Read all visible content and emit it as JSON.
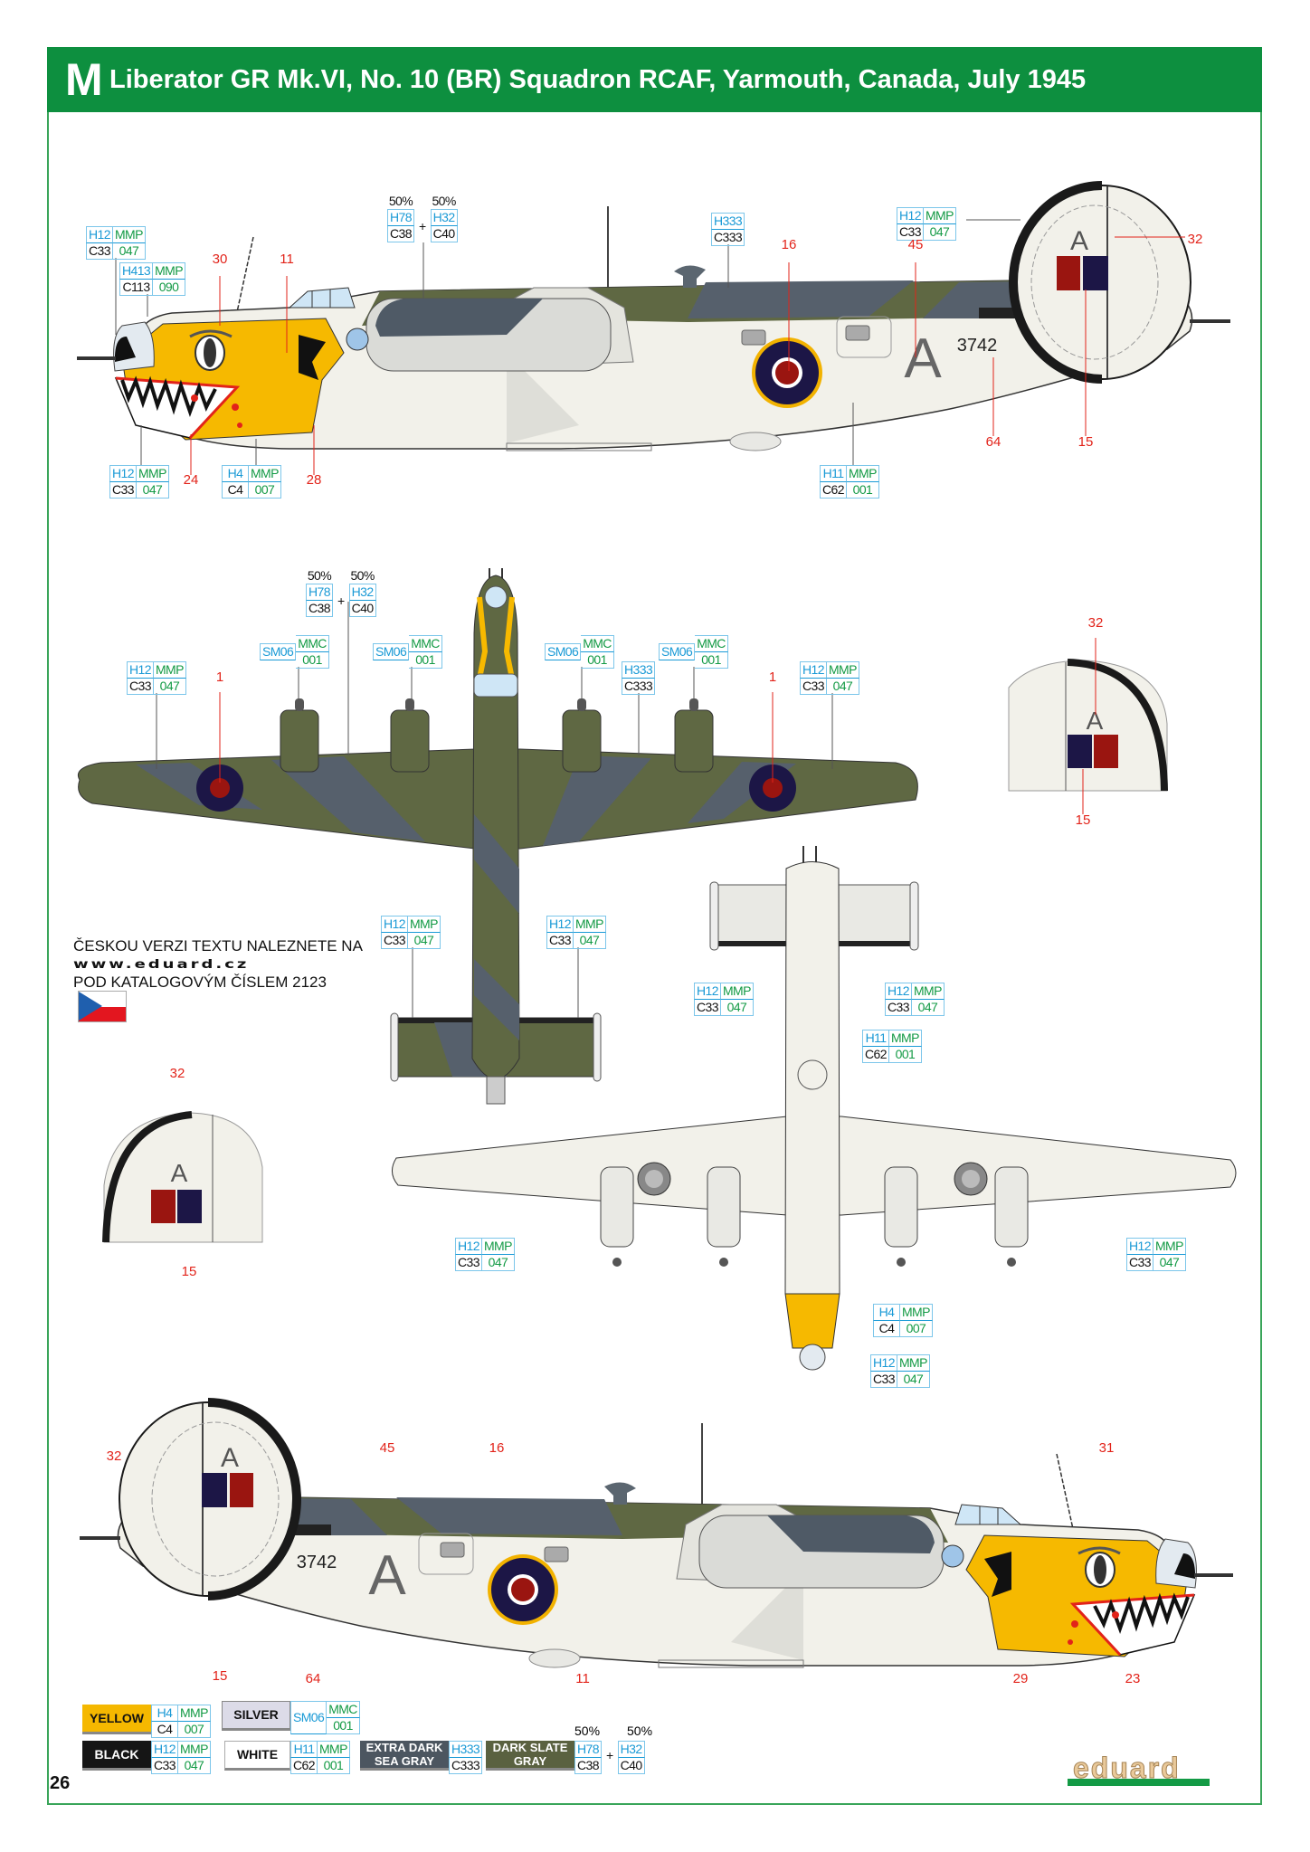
{
  "header": {
    "letter": "M",
    "title": "Liberator GR Mk.VI, No. 10 (BR) Squadron RCAF, Yarmouth, Canada, July 1945"
  },
  "aircraft": {
    "code_letter": "A",
    "serial": "3742"
  },
  "callouts": [
    {
      "type": "quad",
      "h": "H12",
      "m": "MMP",
      "c": "C33",
      "n": "047"
    },
    {
      "type": "quad",
      "h": "H413",
      "m": "MMP",
      "c": "C113",
      "n": "090"
    },
    {
      "type": "mix",
      "p1": "50%",
      "h1": "H78",
      "c1": "C38",
      "p2": "50%",
      "h2": "H32",
      "c2": "C40"
    },
    {
      "type": "pair",
      "h": "H333",
      "c": "C333"
    },
    {
      "type": "quad",
      "h": "H12",
      "m": "MMP",
      "c": "C33",
      "n": "047"
    },
    {
      "type": "quad",
      "h": "H12",
      "m": "MMP",
      "c": "C33",
      "n": "047"
    },
    {
      "type": "quad",
      "h": "H4",
      "m": "MMP",
      "c": "C4",
      "n": "007"
    },
    {
      "type": "quad",
      "h": "H11",
      "m": "MMP",
      "c": "C62",
      "n": "001"
    },
    {
      "type": "mix",
      "p1": "50%",
      "h1": "H78",
      "c1": "C38",
      "p2": "50%",
      "h2": "H32",
      "c2": "C40"
    },
    {
      "type": "sm",
      "h": "SM06",
      "m": "MMC",
      "n": "001"
    },
    {
      "type": "sm",
      "h": "SM06",
      "m": "MMC",
      "n": "001"
    },
    {
      "type": "sm",
      "h": "SM06",
      "m": "MMC",
      "n": "001"
    },
    {
      "type": "sm",
      "h": "SM06",
      "m": "MMC",
      "n": "001"
    },
    {
      "type": "quad",
      "h": "H12",
      "m": "MMP",
      "c": "C33",
      "n": "047"
    },
    {
      "type": "pair",
      "h": "H333",
      "c": "C333"
    },
    {
      "type": "quad",
      "h": "H12",
      "m": "MMP",
      "c": "C33",
      "n": "047"
    },
    {
      "type": "quad",
      "h": "H12",
      "m": "MMP",
      "c": "C33",
      "n": "047"
    },
    {
      "type": "quad",
      "h": "H12",
      "m": "MMP",
      "c": "C33",
      "n": "047"
    },
    {
      "type": "quad",
      "h": "H12",
      "m": "MMP",
      "c": "C33",
      "n": "047"
    },
    {
      "type": "quad",
      "h": "H12",
      "m": "MMP",
      "c": "C33",
      "n": "047"
    },
    {
      "type": "quad",
      "h": "H11",
      "m": "MMP",
      "c": "C62",
      "n": "001"
    },
    {
      "type": "quad",
      "h": "H12",
      "m": "MMP",
      "c": "C33",
      "n": "047"
    },
    {
      "type": "quad",
      "h": "H12",
      "m": "MMP",
      "c": "C33",
      "n": "047"
    },
    {
      "type": "quad",
      "h": "H4",
      "m": "MMP",
      "c": "C4",
      "n": "007"
    },
    {
      "type": "quad",
      "h": "H12",
      "m": "MMP",
      "c": "C33",
      "n": "047"
    }
  ],
  "markers": [
    "30",
    "11",
    "16",
    "45",
    "32",
    "24",
    "28",
    "64",
    "15",
    "1",
    "1",
    "32",
    "15",
    "32",
    "15",
    "32",
    "45",
    "16",
    "31",
    "15",
    "64",
    "11",
    "29",
    "23"
  ],
  "czech_note": {
    "line1": "ČESKOU VERZI TEXTU NALEZNETE NA",
    "url": "www.eduard.cz",
    "line3": "POD KATALOGOVÝM ČÍSLEM 2123"
  },
  "legend": {
    "yellow": {
      "name": "YELLOW",
      "h": "H4",
      "c": "C4",
      "m": "MMP",
      "n": "007",
      "color": "#f5b800"
    },
    "silver": {
      "name": "SILVER",
      "h": "SM06",
      "m": "MMC",
      "n": "001",
      "color": "#dcdbe8"
    },
    "black": {
      "name": "BLACK",
      "h": "H12",
      "c": "C33",
      "m": "MMP",
      "n": "047",
      "color": "#151515"
    },
    "white": {
      "name": "WHITE",
      "h": "H11",
      "c": "C62",
      "m": "MMP",
      "n": "001",
      "color": "#ffffff"
    },
    "edsg": {
      "name1": "EXTRA DARK",
      "name2": "SEA GRAY",
      "h": "H333",
      "c": "C333",
      "color": "#4c5660"
    },
    "dsg": {
      "name1": "DARK SLATE",
      "name2": "GRAY",
      "p1": "50%",
      "h1": "H78",
      "c1": "C38",
      "p2": "50%",
      "h2": "H32",
      "c2": "C40",
      "color": "#5a6140"
    }
  },
  "page_number": "26",
  "brand": "eduard",
  "colors": {
    "header_green": "#0d8f3f",
    "camo_green": "#5f6843",
    "camo_gray": "#4f5a66",
    "roundel_blue": "#1c1646",
    "roundel_red": "#9a1510",
    "nose_yellow": "#f6b900"
  }
}
